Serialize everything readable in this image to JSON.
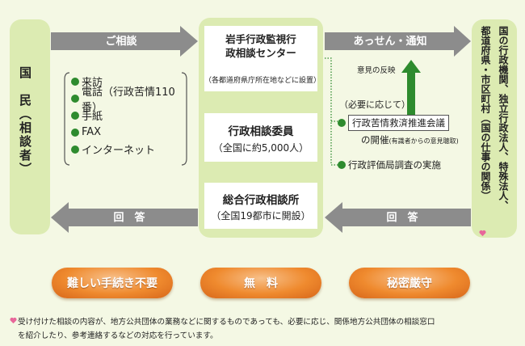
{
  "left_box": {
    "title": "国　民（相談者）"
  },
  "methods": [
    "来訪",
    "電話（行政苦情110番）",
    "手紙",
    "FAX",
    "インターネット"
  ],
  "arrows": {
    "consult": "ご相談",
    "mediate": "あっせん・通知",
    "answer_left": "回　答",
    "answer_right": "回　答"
  },
  "center_top": {
    "title_line1": "岩手行政監視行",
    "title_line2": "政相談センター",
    "note": "（各都道府県庁所在地などに設置）"
  },
  "center_mid": {
    "title": "行政相談委員",
    "sub": "（全国に約5,000人）"
  },
  "center_bottom": {
    "title": "総合行政相談所",
    "sub": "（全国19都市に開設）"
  },
  "feedback": {
    "opinion": "意見の反映",
    "when_needed": "（必要に応じて）",
    "council": "行政苦情救済推進会議",
    "held": "の開催",
    "held_note": "(有識者からの意見聴取)",
    "survey": "行政評価局調査の実施"
  },
  "right_box": {
    "col1": "国の行政機関、独立行政法人、特殊法人、",
    "col2": "都道府県・市区町村（国の仕事の関係）"
  },
  "badges": [
    "難しい手続き不要",
    "無　料",
    "秘密厳守"
  ],
  "footnote": {
    "line1": "受け付けた相談の内容が、地方公共団体の業務などに関するものであっても、必要に応じ、関係地方公共団体の相談窓口",
    "line2": "を紹介したり、参考連絡するなどの対応を行っています。"
  },
  "colors": {
    "background": "#f4f8e4",
    "panel_green": "#dcebb2",
    "arrow_gray": "#8c8c8c",
    "accent_green": "#2e8b2e",
    "orange": "#ef8a2e",
    "heart_pink": "#e8679a"
  }
}
